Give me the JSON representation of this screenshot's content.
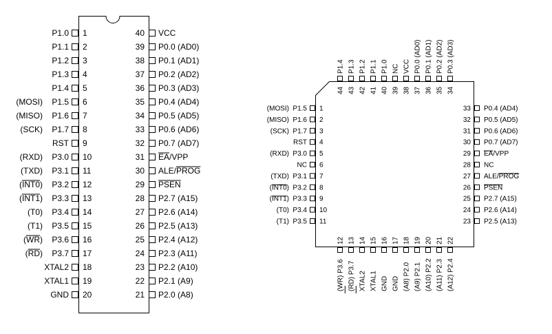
{
  "dip": {
    "left": [
      {
        "num": "1",
        "name": "P1.0",
        "func": ""
      },
      {
        "num": "2",
        "name": "P1.1",
        "func": ""
      },
      {
        "num": "3",
        "name": "P1.2",
        "func": ""
      },
      {
        "num": "4",
        "name": "P1.3",
        "func": ""
      },
      {
        "num": "5",
        "name": "P1.4",
        "func": ""
      },
      {
        "num": "6",
        "name": "P1.5",
        "func": "(MOSI)"
      },
      {
        "num": "7",
        "name": "P1.6",
        "func": "(MISO)"
      },
      {
        "num": "8",
        "name": "P1.7",
        "func": "(SCK)"
      },
      {
        "num": "9",
        "name": "RST",
        "func": ""
      },
      {
        "num": "10",
        "name": "P3.0",
        "func": "(RXD)"
      },
      {
        "num": "11",
        "name": "P3.1",
        "func": "(TXD)"
      },
      {
        "num": "12",
        "name": "P3.2",
        "func": "(INT0)",
        "bar": true
      },
      {
        "num": "13",
        "name": "P3.3",
        "func": "(INT1)",
        "bar": true
      },
      {
        "num": "14",
        "name": "P3.4",
        "func": "(T0)"
      },
      {
        "num": "15",
        "name": "P3.5",
        "func": "(T1)"
      },
      {
        "num": "16",
        "name": "P3.6",
        "func": "(WR)",
        "bar": true
      },
      {
        "num": "17",
        "name": "P3.7",
        "func": "(RD)",
        "bar": true
      },
      {
        "num": "18",
        "name": "XTAL2",
        "func": ""
      },
      {
        "num": "19",
        "name": "XTAL1",
        "func": ""
      },
      {
        "num": "20",
        "name": "GND",
        "func": ""
      }
    ],
    "right": [
      {
        "num": "40",
        "text": "VCC"
      },
      {
        "num": "39",
        "text": "P0.0 (AD0)"
      },
      {
        "num": "38",
        "text": "P0.1 (AD1)"
      },
      {
        "num": "37",
        "text": "P0.2 (AD2)"
      },
      {
        "num": "36",
        "text": "P0.3 (AD3)"
      },
      {
        "num": "35",
        "text": "P0.4 (AD4)"
      },
      {
        "num": "34",
        "text": "P0.5 (AD5)"
      },
      {
        "num": "33",
        "text": "P0.6 (AD6)"
      },
      {
        "num": "32",
        "text": "P0.7 (AD7)"
      },
      {
        "num": "31",
        "text": "EA/VPP",
        "bar": "EA"
      },
      {
        "num": "30",
        "text": "ALE/PROG",
        "bar": "PROG"
      },
      {
        "num": "29",
        "text": "PSEN",
        "bar": "PSEN"
      },
      {
        "num": "28",
        "text": "P2.7 (A15)"
      },
      {
        "num": "27",
        "text": "P2.6 (A14)"
      },
      {
        "num": "26",
        "text": "P2.5 (A13)"
      },
      {
        "num": "25",
        "text": "P2.4 (A12)"
      },
      {
        "num": "24",
        "text": "P2.3 (A11)"
      },
      {
        "num": "23",
        "text": "P2.2 (A10)"
      },
      {
        "num": "22",
        "text": "P2.1 (A9)"
      },
      {
        "num": "21",
        "text": "P2.0 (A8)"
      }
    ]
  },
  "plcc": {
    "left": [
      {
        "num": "1",
        "name": "P1.5",
        "func": "(MOSI)"
      },
      {
        "num": "2",
        "name": "P1.6",
        "func": "(MISO)"
      },
      {
        "num": "3",
        "name": "P1.7",
        "func": "(SCK)"
      },
      {
        "num": "4",
        "name": "RST",
        "func": ""
      },
      {
        "num": "5",
        "name": "P3.0",
        "func": "(RXD)"
      },
      {
        "num": "6",
        "name": "NC",
        "func": ""
      },
      {
        "num": "7",
        "name": "P3.1",
        "func": "(TXD)"
      },
      {
        "num": "8",
        "name": "P3.2",
        "func": "(INT0)",
        "bar": true
      },
      {
        "num": "9",
        "name": "P3.3",
        "func": "(INT1)",
        "bar": true
      },
      {
        "num": "10",
        "name": "P3.4",
        "func": "(T0)"
      },
      {
        "num": "11",
        "name": "P3.5",
        "func": "(T1)"
      }
    ],
    "right": [
      {
        "num": "33",
        "text": "P0.4 (AD4)"
      },
      {
        "num": "32",
        "text": "P0.5 (AD5)"
      },
      {
        "num": "31",
        "text": "P0.6 (AD6)"
      },
      {
        "num": "30",
        "text": "P0.7 (AD7)"
      },
      {
        "num": "29",
        "text": "EA/VPP",
        "bar": "EA"
      },
      {
        "num": "28",
        "text": "NC"
      },
      {
        "num": "27",
        "text": "ALE/PROG",
        "bar": "PROG"
      },
      {
        "num": "26",
        "text": "PSEN",
        "bar": "PSEN"
      },
      {
        "num": "25",
        "text": "P2.7 (A15)"
      },
      {
        "num": "24",
        "text": "P2.6 (A14)"
      },
      {
        "num": "23",
        "text": "P2.5 (A13)"
      }
    ],
    "top": [
      {
        "num": "44",
        "text": "P1.4"
      },
      {
        "num": "43",
        "text": "P1.3"
      },
      {
        "num": "42",
        "text": "P1.2"
      },
      {
        "num": "41",
        "text": "P1.1"
      },
      {
        "num": "40",
        "text": "P1.0"
      },
      {
        "num": "39",
        "text": "NC"
      },
      {
        "num": "38",
        "text": "VCC"
      },
      {
        "num": "37",
        "text": "P0.0 (AD0)"
      },
      {
        "num": "36",
        "text": "P0.1 (AD1)"
      },
      {
        "num": "35",
        "text": "P0.2 (AD2)"
      },
      {
        "num": "34",
        "text": "P0.3 (AD3)"
      }
    ],
    "bottom": [
      {
        "num": "12",
        "text": "(WR) P3.6",
        "bar": "WR"
      },
      {
        "num": "13",
        "text": "(RD) P3.7",
        "bar": "RD"
      },
      {
        "num": "14",
        "text": "XTAL2"
      },
      {
        "num": "15",
        "text": "XTAL1"
      },
      {
        "num": "16",
        "text": "GND"
      },
      {
        "num": "17",
        "text": "GND"
      },
      {
        "num": "18",
        "text": "(A8) P2.0"
      },
      {
        "num": "19",
        "text": "(A9) P2.1"
      },
      {
        "num": "20",
        "text": "(A10) P2.2"
      },
      {
        "num": "21",
        "text": "(A11) P2.3"
      },
      {
        "num": "22",
        "text": "(A12) P2.4"
      }
    ]
  }
}
